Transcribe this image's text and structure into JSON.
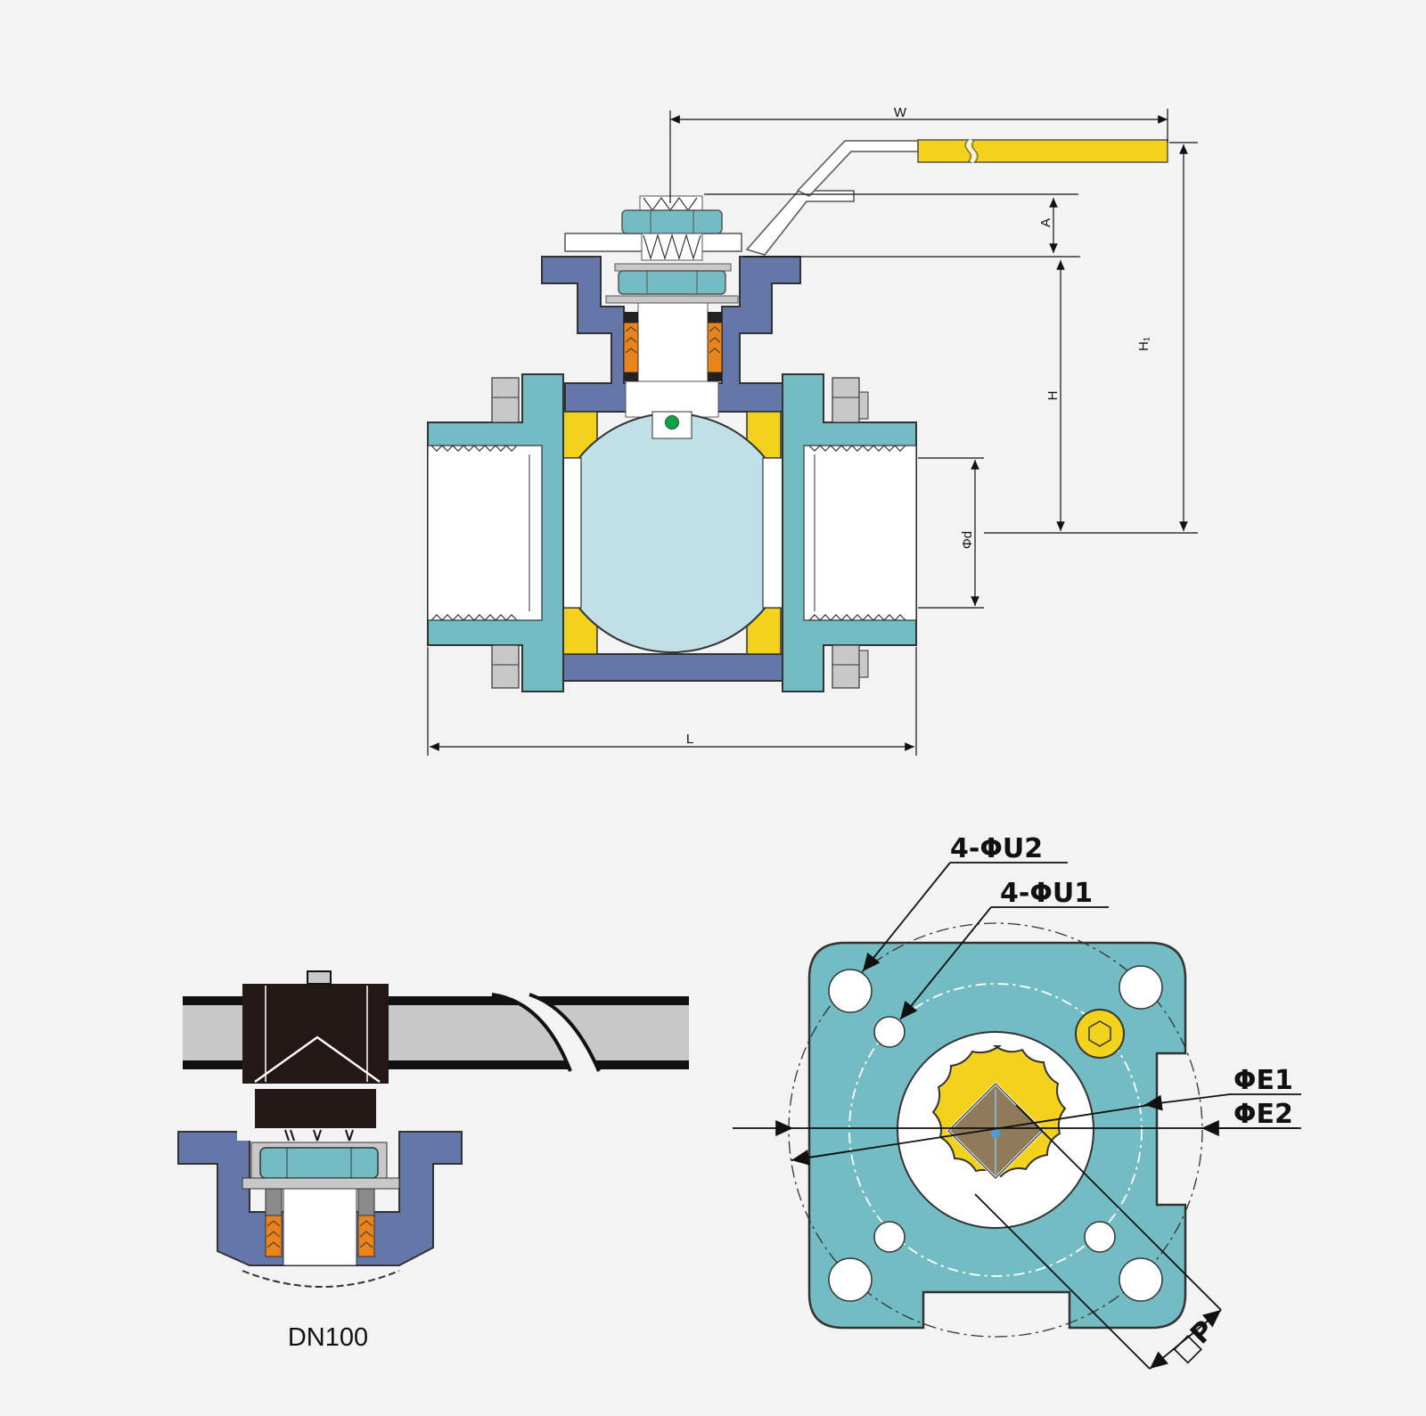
{
  "labels": {
    "width": "W",
    "a": "A",
    "h1": "H₁",
    "h": "H",
    "bore": "Φd",
    "length": "L",
    "holes_outer": "4-ΦU2",
    "holes_inner": "4-ΦU1",
    "e1": "ΦE1",
    "e2": "ΦE2",
    "square": "□P",
    "detail_caption": "DN100"
  },
  "colors": {
    "body": "#6577a8",
    "end_cap": "#74bcc4",
    "seat": "#f2d21c",
    "ball": "#bee0e6",
    "handle_sleeve": "#f2d21c",
    "packing": "#e9831b",
    "stem_marker": "#12a04a",
    "mount_pad": "#74bcc4",
    "coupling": "#f2d21c",
    "stem_square": "#8f7a5a",
    "lever_detail": "#c8c8c8",
    "nut": "#231815"
  }
}
